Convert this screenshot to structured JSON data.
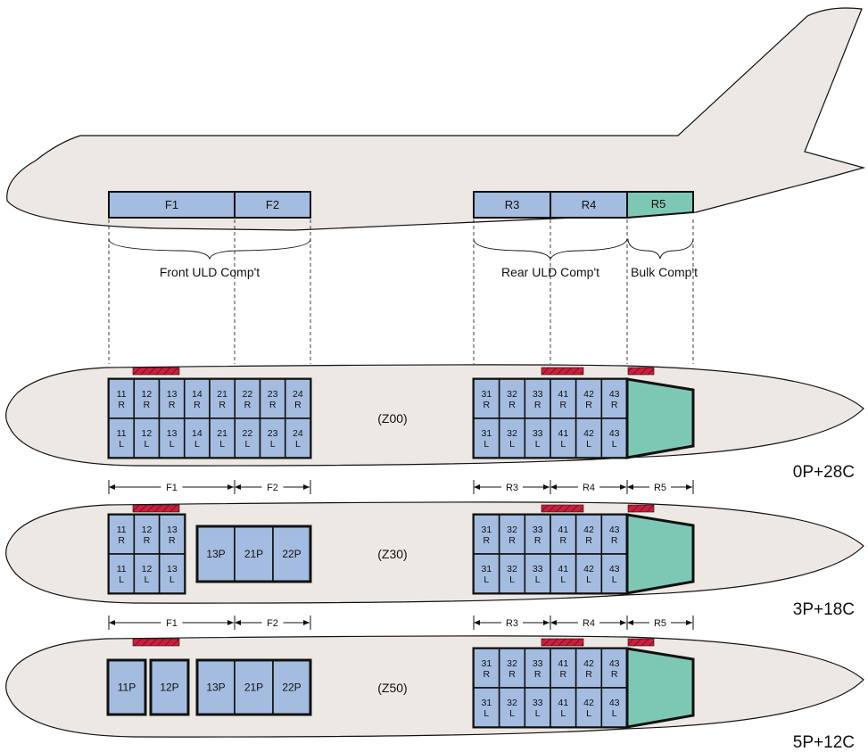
{
  "colors": {
    "fuselage": "#ede8e4",
    "uld": "#a4bce0",
    "bulk": "#7dc8b4",
    "door": "#cc1f3c",
    "outline": "#111111"
  },
  "aircraft": {
    "holds": {
      "f1": "F1",
      "f2": "F2",
      "r3": "R3",
      "r4": "R4",
      "r5": "R5"
    },
    "compartments": {
      "front": "Front ULD Comp't",
      "rear": "Rear ULD Comp't",
      "bulk": "Bulk Comp't"
    }
  },
  "dims": {
    "f1": "F1",
    "f2": "F2",
    "r3": "R3",
    "r4": "R4",
    "r5": "R5"
  },
  "layouts": [
    {
      "zone": "(Z00)",
      "config": "0P+28C",
      "front_upper": [
        "11\nR",
        "12\nR",
        "13\nR",
        "14\nR",
        "21\nR",
        "22\nR",
        "23\nR",
        "24\nR"
      ],
      "front_lower": [
        "11\nL",
        "12\nL",
        "13\nL",
        "14\nL",
        "21\nL",
        "22\nL",
        "23\nL",
        "24\nL"
      ],
      "rear_upper": [
        "31\nR",
        "32\nR",
        "33\nR",
        "41\nR",
        "42\nR",
        "43\nR"
      ],
      "rear_lower": [
        "31\nL",
        "32\nL",
        "33\nL",
        "41\nL",
        "42\nL",
        "43\nL"
      ]
    },
    {
      "zone": "(Z30)",
      "config": "3P+18C",
      "front_upper": [
        "11\nR",
        "12\nR",
        "13\nR"
      ],
      "front_lower": [
        "11\nL",
        "12\nL",
        "13\nL"
      ],
      "pallets": [
        "13P",
        "21P",
        "22P"
      ],
      "rear_upper": [
        "31\nR",
        "32\nR",
        "33\nR",
        "41\nR",
        "42\nR",
        "43\nR"
      ],
      "rear_lower": [
        "31\nL",
        "32\nL",
        "33\nL",
        "41\nL",
        "42\nL",
        "43\nL"
      ]
    },
    {
      "zone": "(Z50)",
      "config": "5P+12C",
      "pallets_single": [
        "11P",
        "12P"
      ],
      "pallets": [
        "13P",
        "21P",
        "22P"
      ],
      "rear_upper": [
        "31\nR",
        "32\nR",
        "33\nR",
        "41\nR",
        "42\nR",
        "43\nR"
      ],
      "rear_lower": [
        "31\nL",
        "32\nL",
        "33\nL",
        "41\nL",
        "42\nL",
        "43\nL"
      ]
    }
  ]
}
